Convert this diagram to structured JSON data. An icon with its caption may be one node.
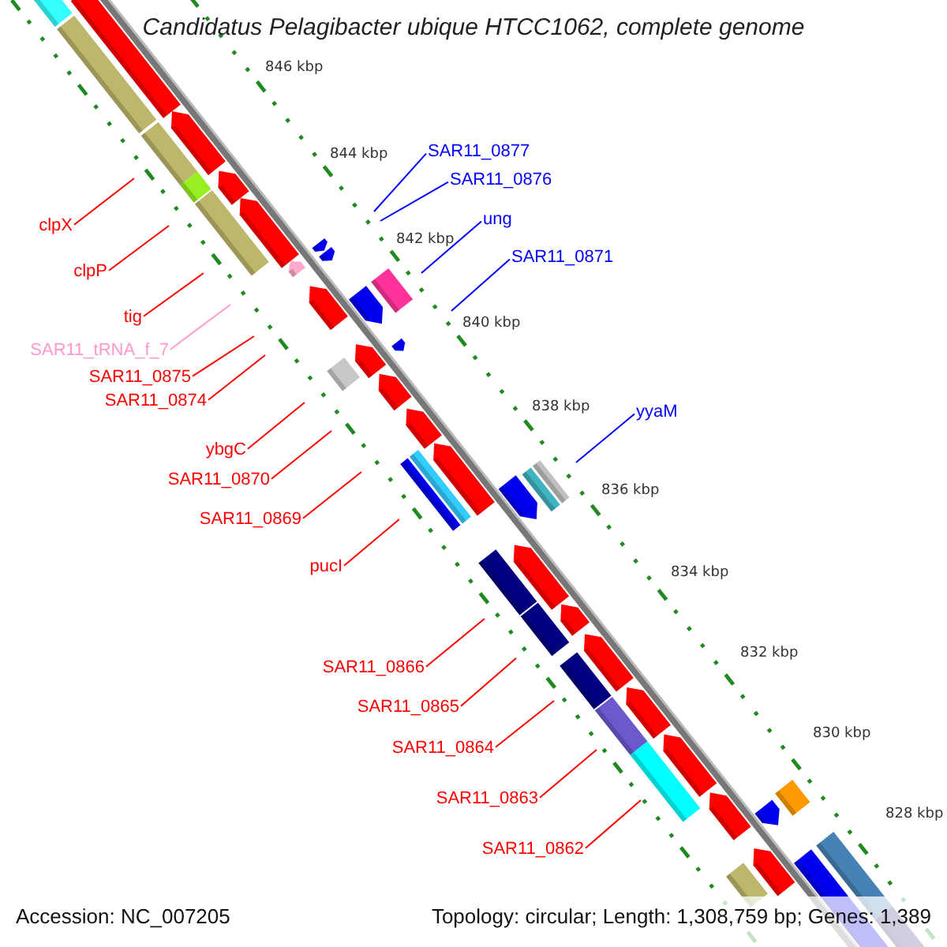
{
  "diagram": {
    "title": "Candidatus Pelagibacter ubique HTCC1062, complete genome",
    "nodes": [
      {
        "text": [
          "SAR11_0877"
        ]
      },
      {
        "text": [
          "SAR11_0876"
        ]
      },
      {
        "text": [
          "ung"
        ]
      },
      {
        "text": [
          "clpX"
        ]
      },
      {
        "text": [
          "SAR11_0871"
        ]
      },
      {
        "text": [
          "clpP"
        ]
      },
      {
        "text": [
          "tig"
        ]
      },
      {
        "text": [
          "SAR11_tRNA_f_7"
        ]
      },
      {
        "text": [
          "SAR11_0875"
        ]
      },
      {
        "text": [
          "SAR11_0874"
        ]
      },
      {
        "text": [
          "yyaM"
        ]
      },
      {
        "text": [
          "ybgC"
        ]
      },
      {
        "text": [
          "SAR11_0870"
        ]
      },
      {
        "text": [
          "SAR11_0869"
        ]
      },
      {
        "text": [
          "pucI"
        ]
      },
      {
        "text": [
          "SAR11_0866"
        ]
      },
      {
        "text": [
          "SAR11_0865"
        ]
      },
      {
        "text": [
          "SAR11_0864"
        ]
      },
      {
        "text": [
          "SAR11_0863"
        ]
      },
      {
        "text": [
          "SAR11_0862"
        ]
      }
    ],
    "edges": [
      {
        "from": 0,
        "to": null,
        "arrow": "none",
        "color": "#0000ff"
      },
      {
        "from": 1,
        "to": null,
        "arrow": "none",
        "color": "#0000ff"
      },
      {
        "from": 2,
        "to": null,
        "arrow": "none",
        "color": "#0000ff"
      },
      {
        "from": 3,
        "to": null,
        "arrow": "none"
      },
      {
        "from": 4,
        "to": null,
        "arrow": "none",
        "color": "#0000ff"
      },
      {
        "from": 5,
        "to": null,
        "arrow": "none"
      },
      {
        "from": 6,
        "to": null,
        "arrow": "none"
      },
      {
        "from": 7,
        "to": null,
        "arrow": "none",
        "color": "#ff99cc"
      },
      {
        "from": 8,
        "to": null,
        "arrow": "none"
      },
      {
        "from": 9,
        "to": null,
        "arrow": "none"
      },
      {
        "from": 10,
        "to": null,
        "arrow": "none",
        "color": "#0000ff"
      },
      {
        "from": 11,
        "to": null,
        "arrow": "none"
      },
      {
        "from": 12,
        "to": null,
        "arrow": "none"
      },
      {
        "from": 13,
        "to": null,
        "arrow": "none"
      },
      {
        "from": 14,
        "to": null,
        "arrow": "none"
      },
      {
        "from": 15,
        "to": null,
        "arrow": "none"
      },
      {
        "from": 16,
        "to": null,
        "arrow": "none"
      },
      {
        "from": 17,
        "to": null,
        "arrow": "none"
      },
      {
        "from": 18,
        "to": null,
        "arrow": "none"
      },
      {
        "from": 19,
        "to": null,
        "arrow": "none"
      }
    ],
    "labels": [
      "846 kbp",
      "844 kbp",
      "842 kbp",
      "840 kbp",
      "838 kbp",
      "836 kbp",
      "834 kbp",
      "832 kbp",
      "830 kbp",
      "828 kbp",
      "Accession: NC_007205",
      "Topology: circular; Length: 1,308,759 bp; Genes: 1,389"
    ]
  }
}
